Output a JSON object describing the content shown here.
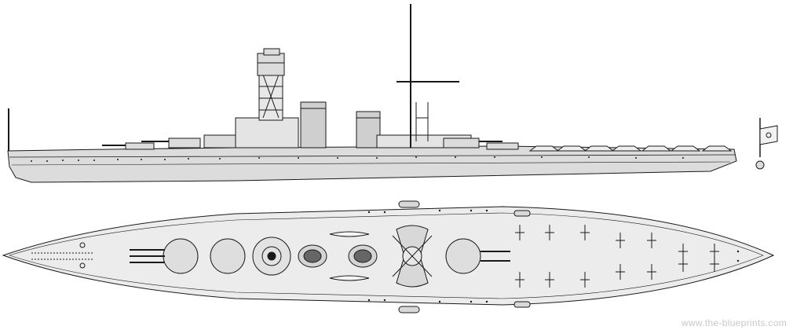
{
  "drawing": {
    "subject": "ship-blueprint",
    "views": [
      "side-profile",
      "top-plan"
    ]
  },
  "watermark": {
    "text": "www.the-blueprints.com"
  },
  "colors": {
    "ink": "#1a1a1a",
    "hull": "#dcdcdc",
    "deck": "#ececec",
    "paper": "#ffffff"
  }
}
